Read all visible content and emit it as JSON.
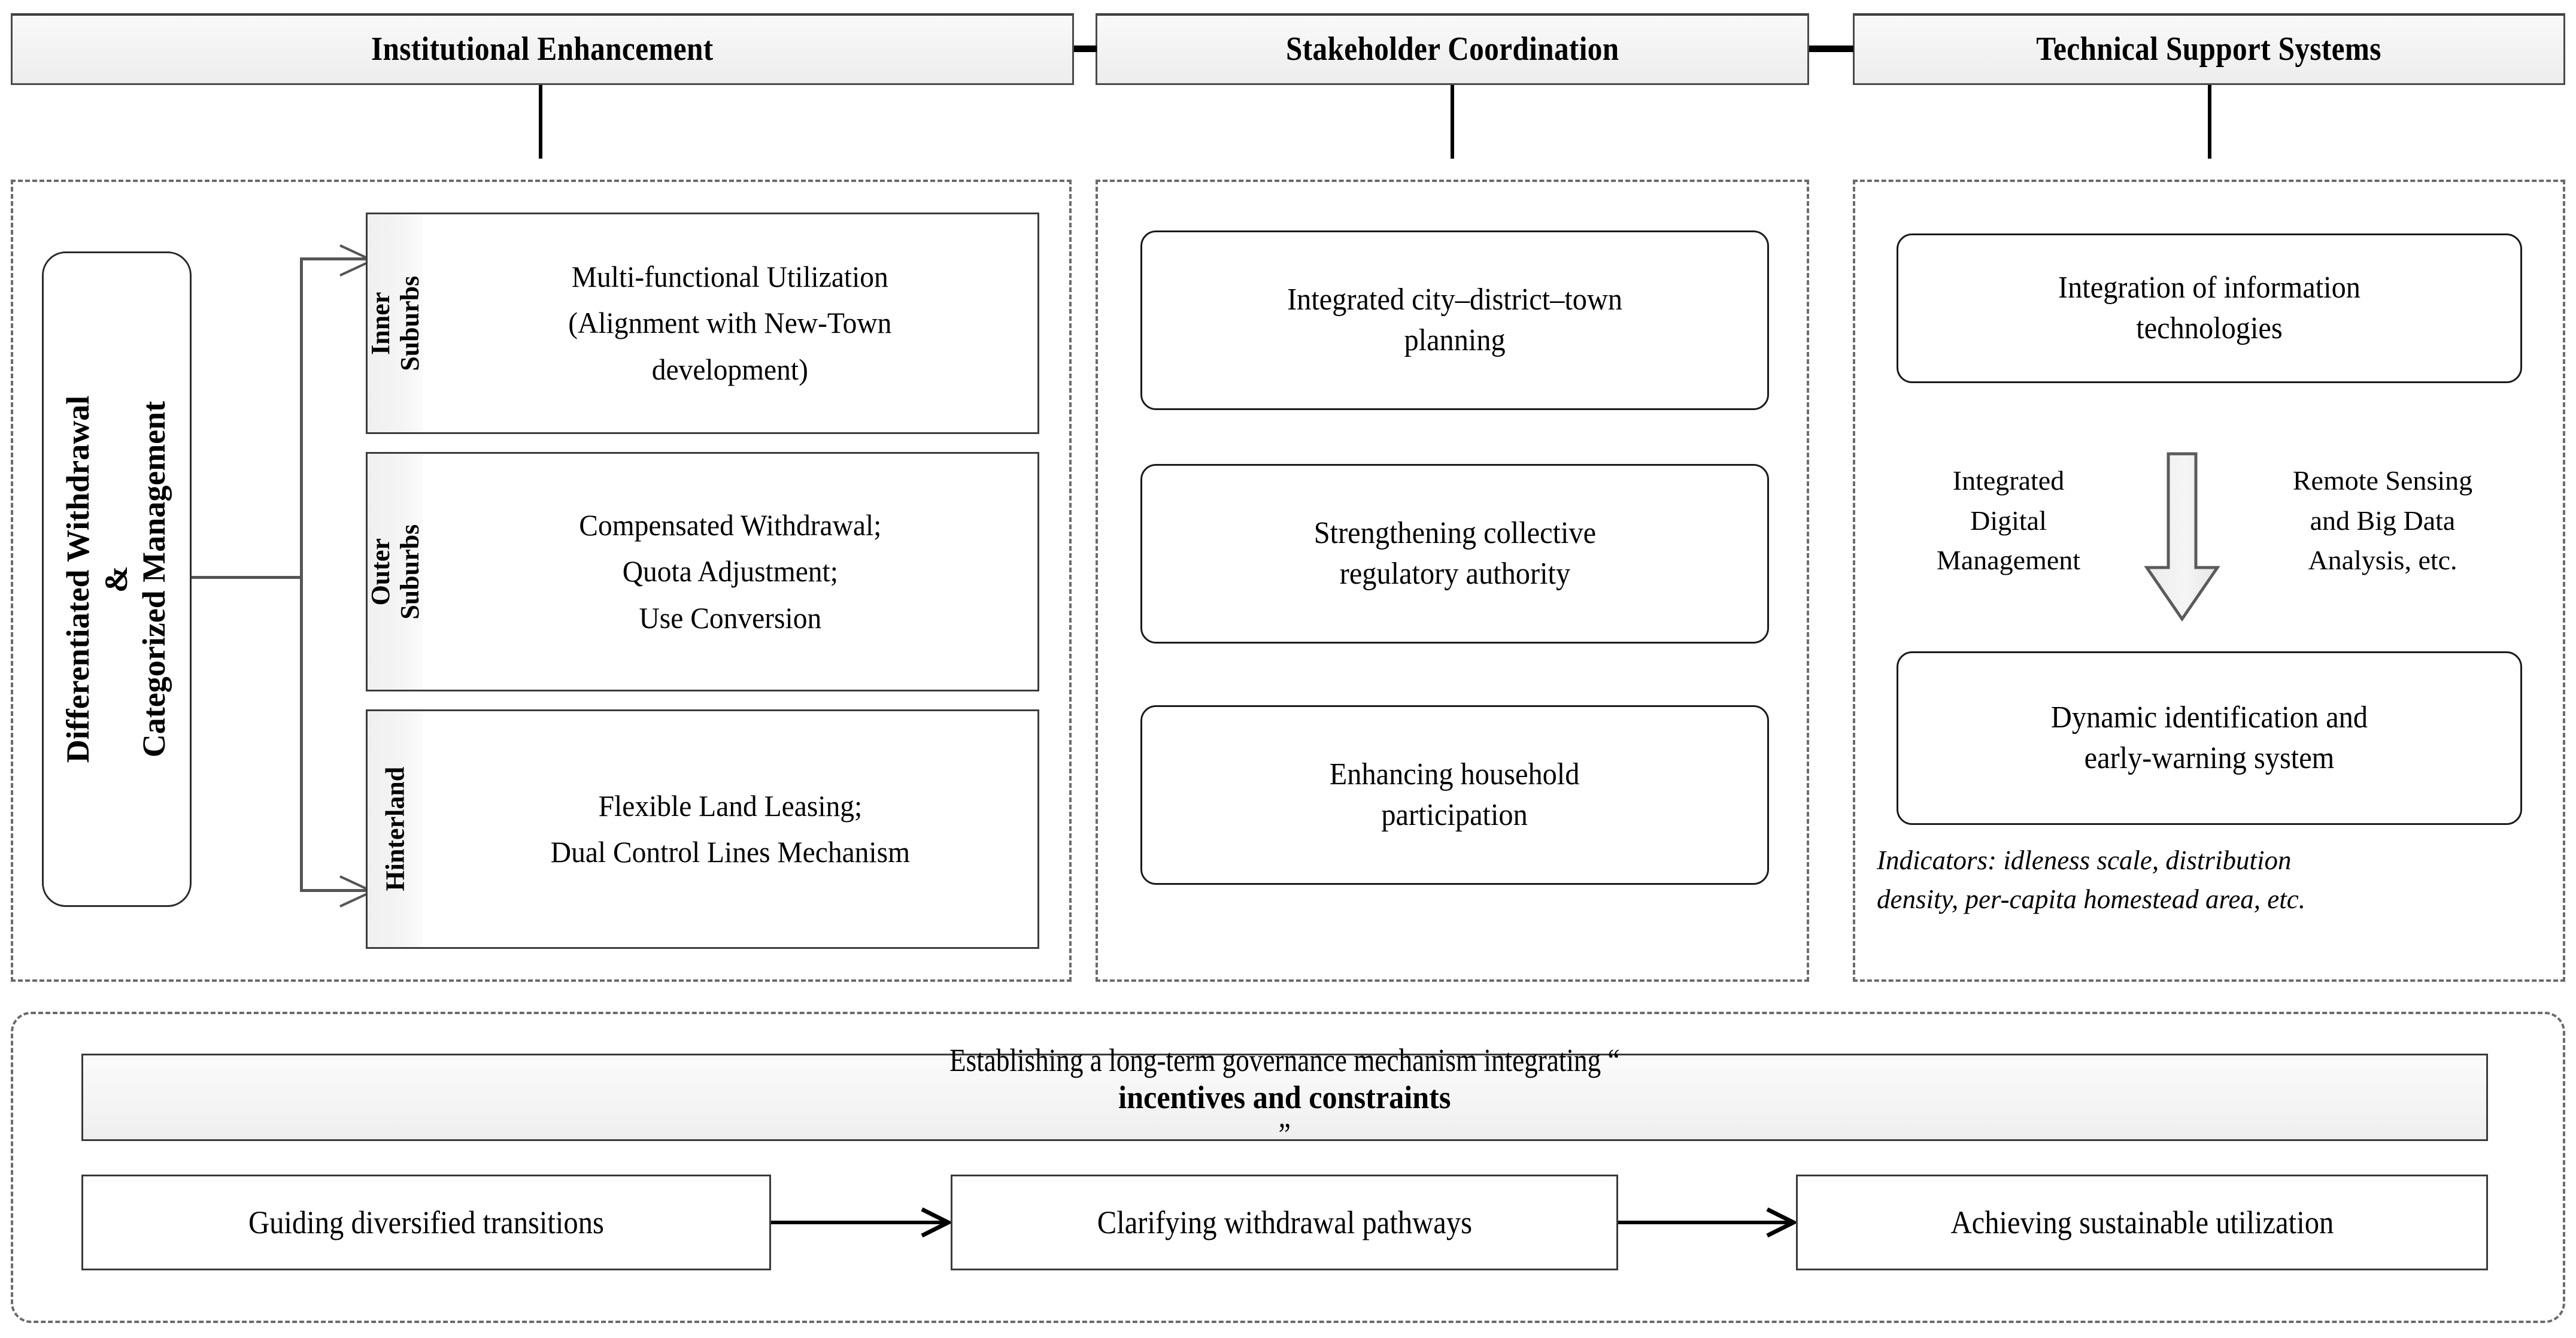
{
  "headers": [
    {
      "id": "institutional-enhancement",
      "label": "Institutional Enhancement"
    },
    {
      "id": "stakeholder-coordination",
      "label": "Stakeholder Coordination"
    },
    {
      "id": "technical-support-systems",
      "label": "Technical Support Systems"
    }
  ],
  "left_panel": {
    "vertical_label": {
      "line1": "Differentiated Withdrawal",
      "line2": "&",
      "line3": "Categorized Management"
    },
    "items": [
      {
        "tab_line1": "Inner",
        "tab_line2": "Suburbs",
        "body": [
          "Multi-functional Utilization",
          "(Alignment with New-Town",
          "development)"
        ]
      },
      {
        "tab_line1": "Outer",
        "tab_line2": "Suburbs",
        "body": [
          "Compensated Withdrawal;",
          "Quota Adjustment;",
          "Use Conversion"
        ]
      },
      {
        "tab_line1": "Hinterland",
        "tab_line2": "",
        "body": [
          "Flexible Land Leasing;",
          "Dual Control Lines Mechanism"
        ]
      }
    ]
  },
  "middle_panel": {
    "items": [
      {
        "lines": [
          "Integrated city–district–town",
          "planning"
        ]
      },
      {
        "lines": [
          "Strengthening collective",
          "regulatory authority"
        ]
      },
      {
        "lines": [
          "Enhancing household",
          "participation"
        ]
      }
    ]
  },
  "right_panel": {
    "top_box": {
      "lines": [
        "Integration of information",
        "technologies"
      ]
    },
    "left_caption": {
      "lines": [
        "Integrated",
        "Digital",
        "Management"
      ]
    },
    "right_caption": {
      "lines": [
        "Remote Sensing",
        "and Big Data",
        "Analysis, etc."
      ]
    },
    "arrow_icon": "down-arrow-icon",
    "bottom_box": {
      "lines": [
        "Dynamic identification and",
        "early-warning system"
      ]
    },
    "note": {
      "lines": [
        "Indicators: idleness scale, distribution",
        "density, per-capita homestead area, etc."
      ]
    }
  },
  "bottom_panel": {
    "banner": {
      "prefix": "Establishing a long-term governance mechanism integrating “ ",
      "emphasis": "incentives and constraints",
      "suffix": " ”"
    },
    "steps": [
      {
        "label": "Guiding diversified transitions"
      },
      {
        "label": "Clarifying withdrawal pathways"
      },
      {
        "label": "Achieving sustainable utilization"
      }
    ]
  },
  "colors": {
    "panel_border": "#6b6b6b",
    "box_border": "#1a1a1a",
    "header_fill": "#f2f2f2",
    "text": "#000000"
  }
}
